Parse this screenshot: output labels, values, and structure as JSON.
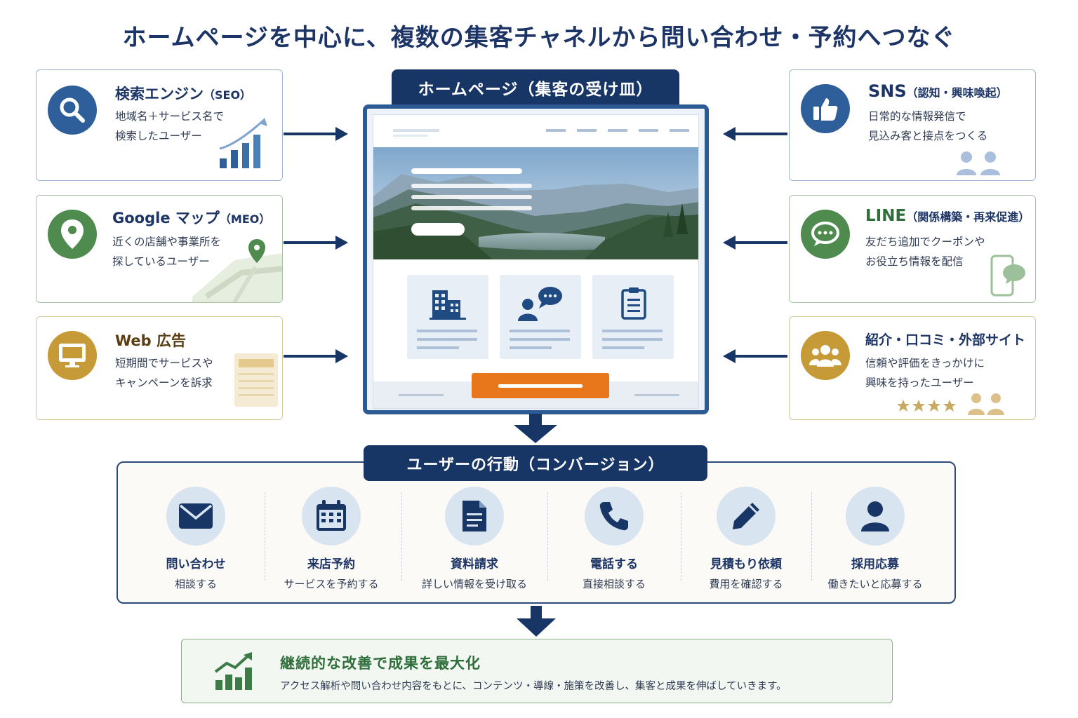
{
  "title": "ホームページを中心に、複数の集客チャネルから問い合わせ・予約へつなぐ",
  "channels_left": [
    {
      "title": "検索エンジン",
      "tag": "（SEO）",
      "desc1": "地域名＋サービス名で",
      "desc2": "検索したユーザー",
      "icon": "search-icon"
    },
    {
      "title": "Google マップ",
      "tag": "（MEO）",
      "desc1": "近くの店舗や事業所を",
      "desc2": "探しているユーザー",
      "icon": "map-pin-icon"
    },
    {
      "title": "Web 広告",
      "tag": "",
      "desc1": "短期間でサービスや",
      "desc2": "キャンペーンを訴求",
      "icon": "monitor-icon"
    }
  ],
  "channels_right": [
    {
      "title": "SNS",
      "tag": "（認知・興味喚起）",
      "desc1": "日常的な情報発信で",
      "desc2": "見込み客と接点をつくる",
      "icon": "thumbs-up-icon"
    },
    {
      "title": "LINE",
      "tag": "（関係構築・再来促進）",
      "desc1": "友だち追加でクーポンや",
      "desc2": "お役立ち情報を配信",
      "icon": "chat-icon"
    },
    {
      "title": "紹介・口コミ・外部サイト",
      "tag": "",
      "desc1": "信頼や評価をきっかけに",
      "desc2": "興味を持ったユーザー",
      "icon": "people-icon"
    }
  ],
  "homepage": {
    "label": "ホームページ（集客の受け皿）"
  },
  "conversion": {
    "label": "ユーザーの行動（コンバージョン）",
    "actions": [
      {
        "label": "問い合わせ",
        "sub": "相談する",
        "icon": "mail-icon"
      },
      {
        "label": "来店予約",
        "sub": "サービスを予約する",
        "icon": "calendar-icon"
      },
      {
        "label": "資料請求",
        "sub": "詳しい情報を受け取る",
        "icon": "document-icon"
      },
      {
        "label": "電話する",
        "sub": "直接相談する",
        "icon": "phone-icon"
      },
      {
        "label": "見積もり依頼",
        "sub": "費用を確認する",
        "icon": "pencil-icon"
      },
      {
        "label": "採用応募",
        "sub": "働きたいと応募する",
        "icon": "person-icon"
      }
    ]
  },
  "improvement": {
    "title": "継続的な改善で成果を最大化",
    "desc": "アクセス解析や問い合わせ内容をもとに、コンテンツ・導線・施策を改善し、集客と成果を伸ばしていきます。",
    "icon": "growth-chart-icon"
  },
  "colors": {
    "navy": "#173565",
    "blue": "#2c5b93",
    "green": "#4f8a4f",
    "gold": "#c59a37",
    "orange": "#e8761b"
  }
}
